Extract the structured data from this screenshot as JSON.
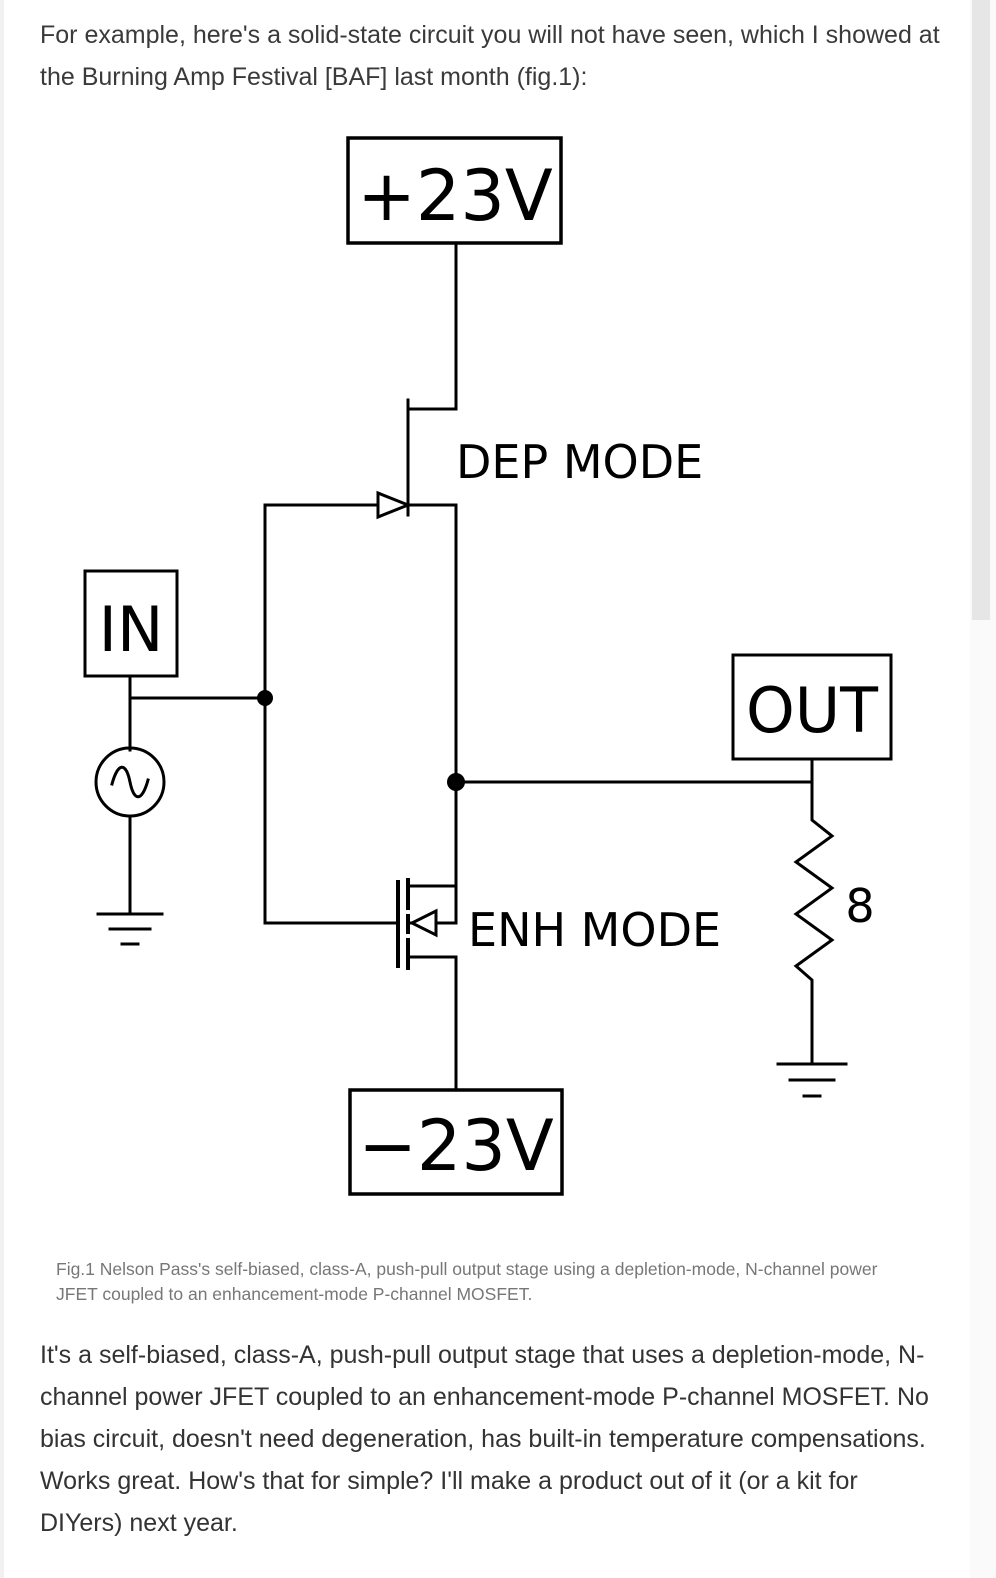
{
  "intro_text": "For example, here's a solid-state circuit you will not have seen, which I showed at the Burning Amp Festival [BAF] last month (fig.1):",
  "figure": {
    "labels": {
      "positive_supply": "+23V",
      "negative_supply": "−23V",
      "input": "IN",
      "output": "OUT",
      "dep_mode": "DEP MODE",
      "enh_mode": "ENH MODE",
      "load": "8"
    },
    "caption": "Fig.1 Nelson Pass's self-biased, class-A, push-pull output stage using a depletion-mode, N-channel power JFET coupled to an enhancement-mode P-channel MOSFET."
  },
  "body_text": "It's a self-biased, class-A, push-pull output stage that uses a depletion-mode, N-channel power JFET coupled to an enhancement-mode P-channel MOSFET. No bias circuit, doesn't need degeneration, has built-in temperature compensations. Works great. How's that for simple? I'll make a product out of it (or a kit for DIYers) next year."
}
